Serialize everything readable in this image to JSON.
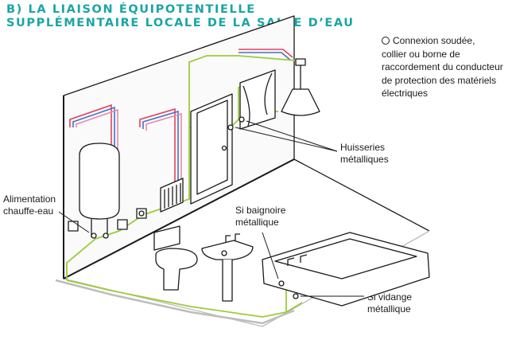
{
  "header": {
    "title_line1": "B) LA LIAISON ÉQUIPOTENTIELLE",
    "title_line2": "SUPPLÉMENTAIRE LOCALE DE LA SALLE D’EAU"
  },
  "legend": {
    "line1": "Connexion soudée,",
    "line2": "collier ou borne de",
    "line3": "raccordement du conducteur",
    "line4": "de protection des matériels",
    "line5": "électriques"
  },
  "labels": {
    "alimentation_1": "Alimentation",
    "alimentation_2": "chauffe-eau",
    "huisseries_1": "Huisseries",
    "huisseries_2": "métalliques",
    "baignoire_1": "Si baignoire",
    "baignoire_2": "métallique",
    "vidange_1": "Si vidange",
    "vidange_2": "métallique"
  },
  "colors": {
    "title": "#1aa5a5",
    "earth_wire": "#9ccc3a",
    "wire_red": "#e0435a",
    "wire_blue": "#4a6fc6",
    "wire_pink": "#e58ab0",
    "outline": "#1a1a1a"
  }
}
